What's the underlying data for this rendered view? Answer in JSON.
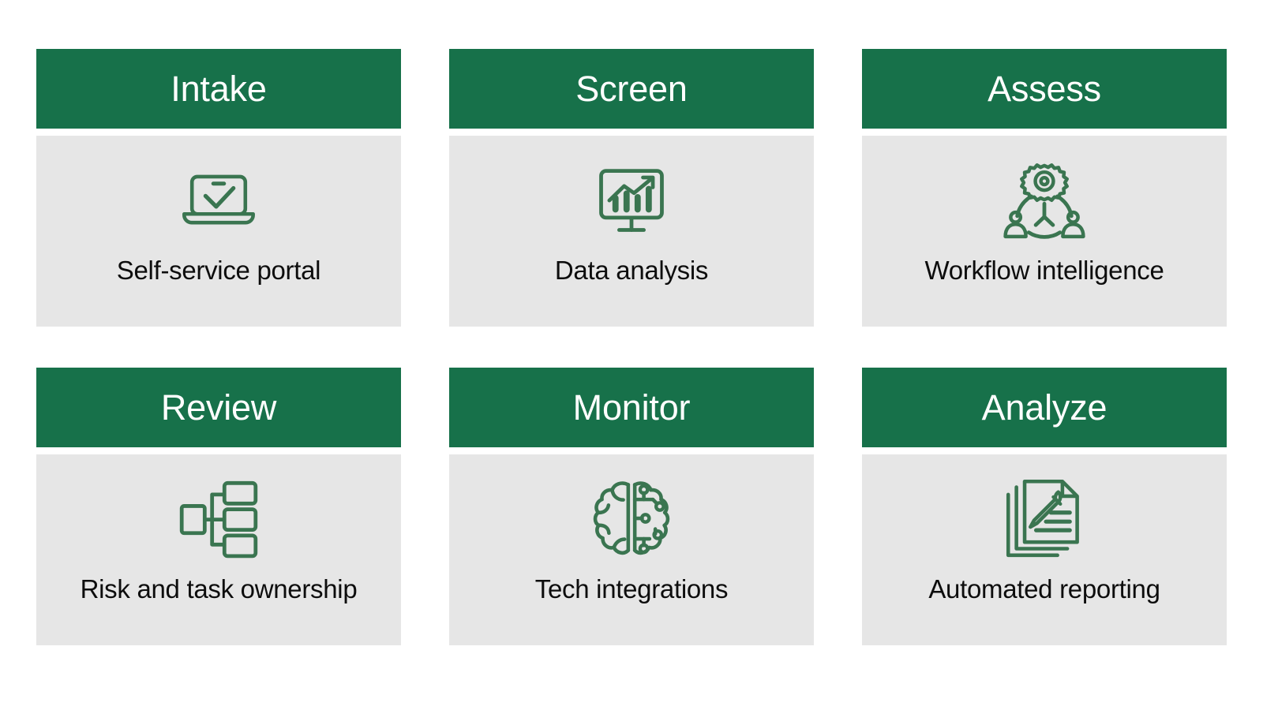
{
  "theme": {
    "header_green": "#17714A",
    "body_gray": "#E6E6E6",
    "icon_green": "#3A7550",
    "caption_text": "#0d0d0d",
    "header_text": "#FFFFFF",
    "page_background": "#FFFFFF"
  },
  "cards": [
    {
      "title": "Intake",
      "caption": "Self-service portal",
      "icon": "laptop-check-icon"
    },
    {
      "title": "Screen",
      "caption": "Data analysis",
      "icon": "monitor-bar-chart-growth-icon"
    },
    {
      "title": "Assess",
      "caption": "Workflow intelligence",
      "icon": "gear-people-network-icon"
    },
    {
      "title": "Review",
      "caption": "Risk and task ownership",
      "icon": "org-chart-hierarchy-icon"
    },
    {
      "title": "Monitor",
      "caption": "Tech integrations",
      "icon": "brain-circuit-icon"
    },
    {
      "title": "Analyze",
      "caption": "Automated reporting",
      "icon": "documents-pencil-icon"
    }
  ]
}
